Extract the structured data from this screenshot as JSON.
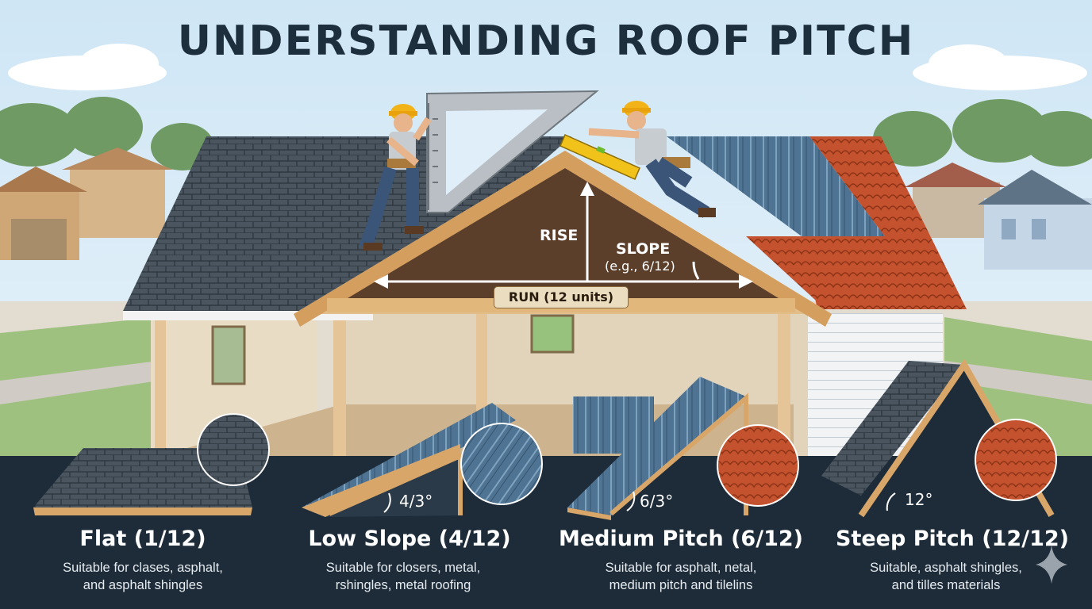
{
  "title": "UNDERSTANDING ROOF PITCH",
  "diagram": {
    "rise_label": "RISE",
    "slope_label": "SLOPE",
    "slope_example": "(e.g., 6/12)",
    "run_label": "RUN (12 units)"
  },
  "pitches": [
    {
      "name": "Flat (1/12)",
      "angle_label": "",
      "desc_line1": "Suitable for clases, asphalt,",
      "desc_line2": "and asphalt shingles"
    },
    {
      "name": "Low Slope (4/12)",
      "angle_label": "4/3°",
      "desc_line1": "Suitable for closers, metal,",
      "desc_line2": "rshingles, metal roofing"
    },
    {
      "name": "Medium Pitch (6/12)",
      "angle_label": "6/3°",
      "desc_line1": "Suitable for asphalt, netal,",
      "desc_line2": "medium pitch and tilelins"
    },
    {
      "name": "Steep Pitch (12/12)",
      "angle_label": "12°",
      "desc_line1": "Suitable, asphalt shingles,",
      "desc_line2": "and tilles materials"
    }
  ],
  "colors": {
    "title": "#1d2f3d",
    "panel": "#1e2c3a",
    "shingle": "#4a5560",
    "metal": "#4f7392",
    "tile": "#c4522e",
    "wood": "#d9a66a"
  }
}
